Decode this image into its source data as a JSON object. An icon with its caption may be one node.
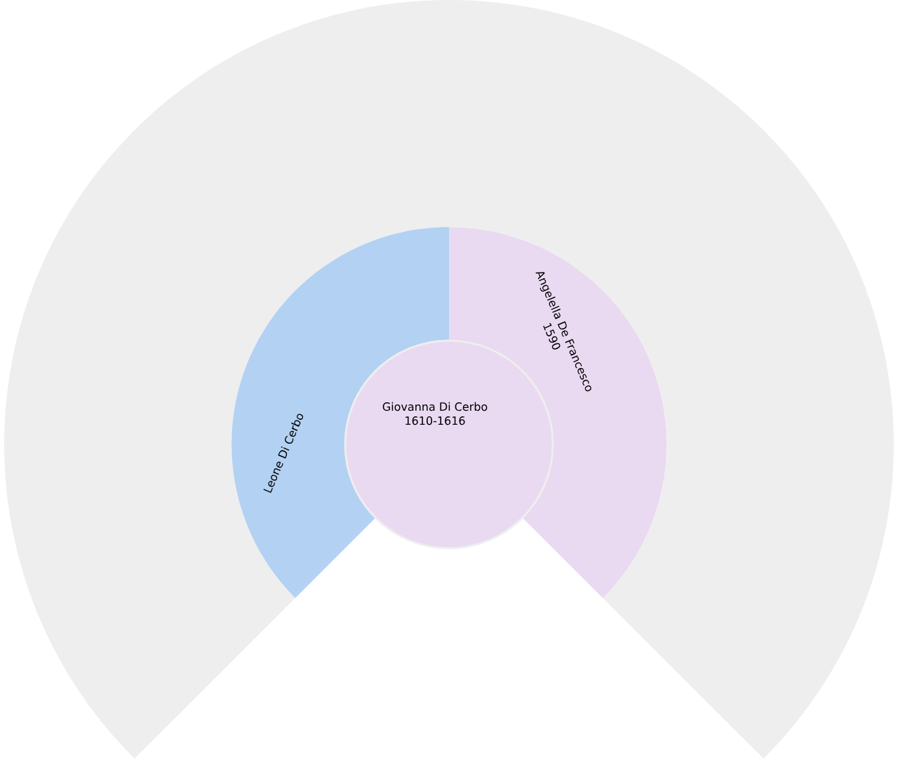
{
  "diagram": {
    "nodes": [
      {
        "text": [
          "Giovanna Di Cerbo",
          "1610-1616"
        ]
      },
      {
        "text": [
          "Leone Di Cerbo"
        ]
      },
      {
        "text": [
          "Angelella De Francesco",
          "1590"
        ]
      },
      {
        "text": [],
        "shape": "band"
      }
    ]
  }
}
